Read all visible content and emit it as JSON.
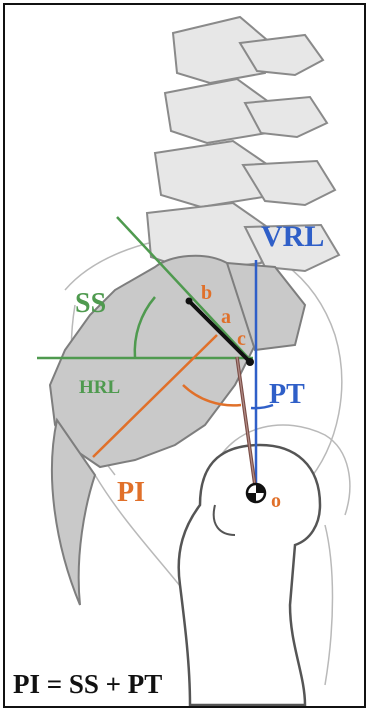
{
  "labels": {
    "vrl": "VRL",
    "ss": "SS",
    "hrl": "HRL",
    "pt": "PT",
    "pi": "PI",
    "b": "b",
    "a": "a",
    "c": "c",
    "o": "o",
    "formula": "PI = SS + PT"
  },
  "colors": {
    "green": "#4f9a4f",
    "blue": "#2f5fc8",
    "orange": "#e0702a",
    "brown": "#7a4d46",
    "bone_fill": "#c9c9c9",
    "bone_stroke": "#8a8a8a",
    "outline": "#b9b9b9"
  }
}
